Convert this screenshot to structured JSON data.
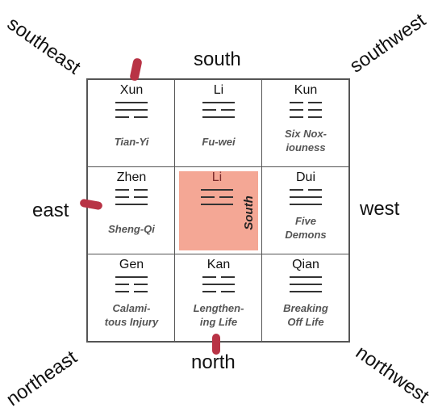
{
  "directions": {
    "south": "south",
    "north": "north",
    "east": "east",
    "west": "west",
    "southeast": "southeast",
    "southwest": "southwest",
    "northeast": "northeast",
    "northwest": "northwest"
  },
  "center": {
    "trigram": "Li",
    "label": "South",
    "highlight_color": "#f4a795"
  },
  "cells": [
    {
      "name": "Xun",
      "trigram": [
        "solid",
        "solid",
        "broken"
      ],
      "star": "Tian-Yi"
    },
    {
      "name": "Li",
      "trigram": [
        "solid",
        "broken",
        "solid"
      ],
      "star": "Fu-wei"
    },
    {
      "name": "Kun",
      "trigram": [
        "broken",
        "broken",
        "broken"
      ],
      "star": "Six Nox-\niouness"
    },
    {
      "name": "Zhen",
      "trigram": [
        "broken",
        "broken",
        "solid"
      ],
      "star": "Sheng-Qi"
    },
    {
      "name": "Dui",
      "trigram": [
        "broken",
        "solid",
        "solid"
      ],
      "star": "Five\nDemons"
    },
    {
      "name": "Gen",
      "trigram": [
        "solid",
        "broken",
        "broken"
      ],
      "star": "Calami-\ntous Injury"
    },
    {
      "name": "Kan",
      "trigram": [
        "broken",
        "solid",
        "broken"
      ],
      "star": "Lengthen-\ning Life"
    },
    {
      "name": "Qian",
      "trigram": [
        "solid",
        "solid",
        "solid"
      ],
      "star": "Breaking\nOff Life"
    }
  ],
  "marker_color": "#b83345"
}
